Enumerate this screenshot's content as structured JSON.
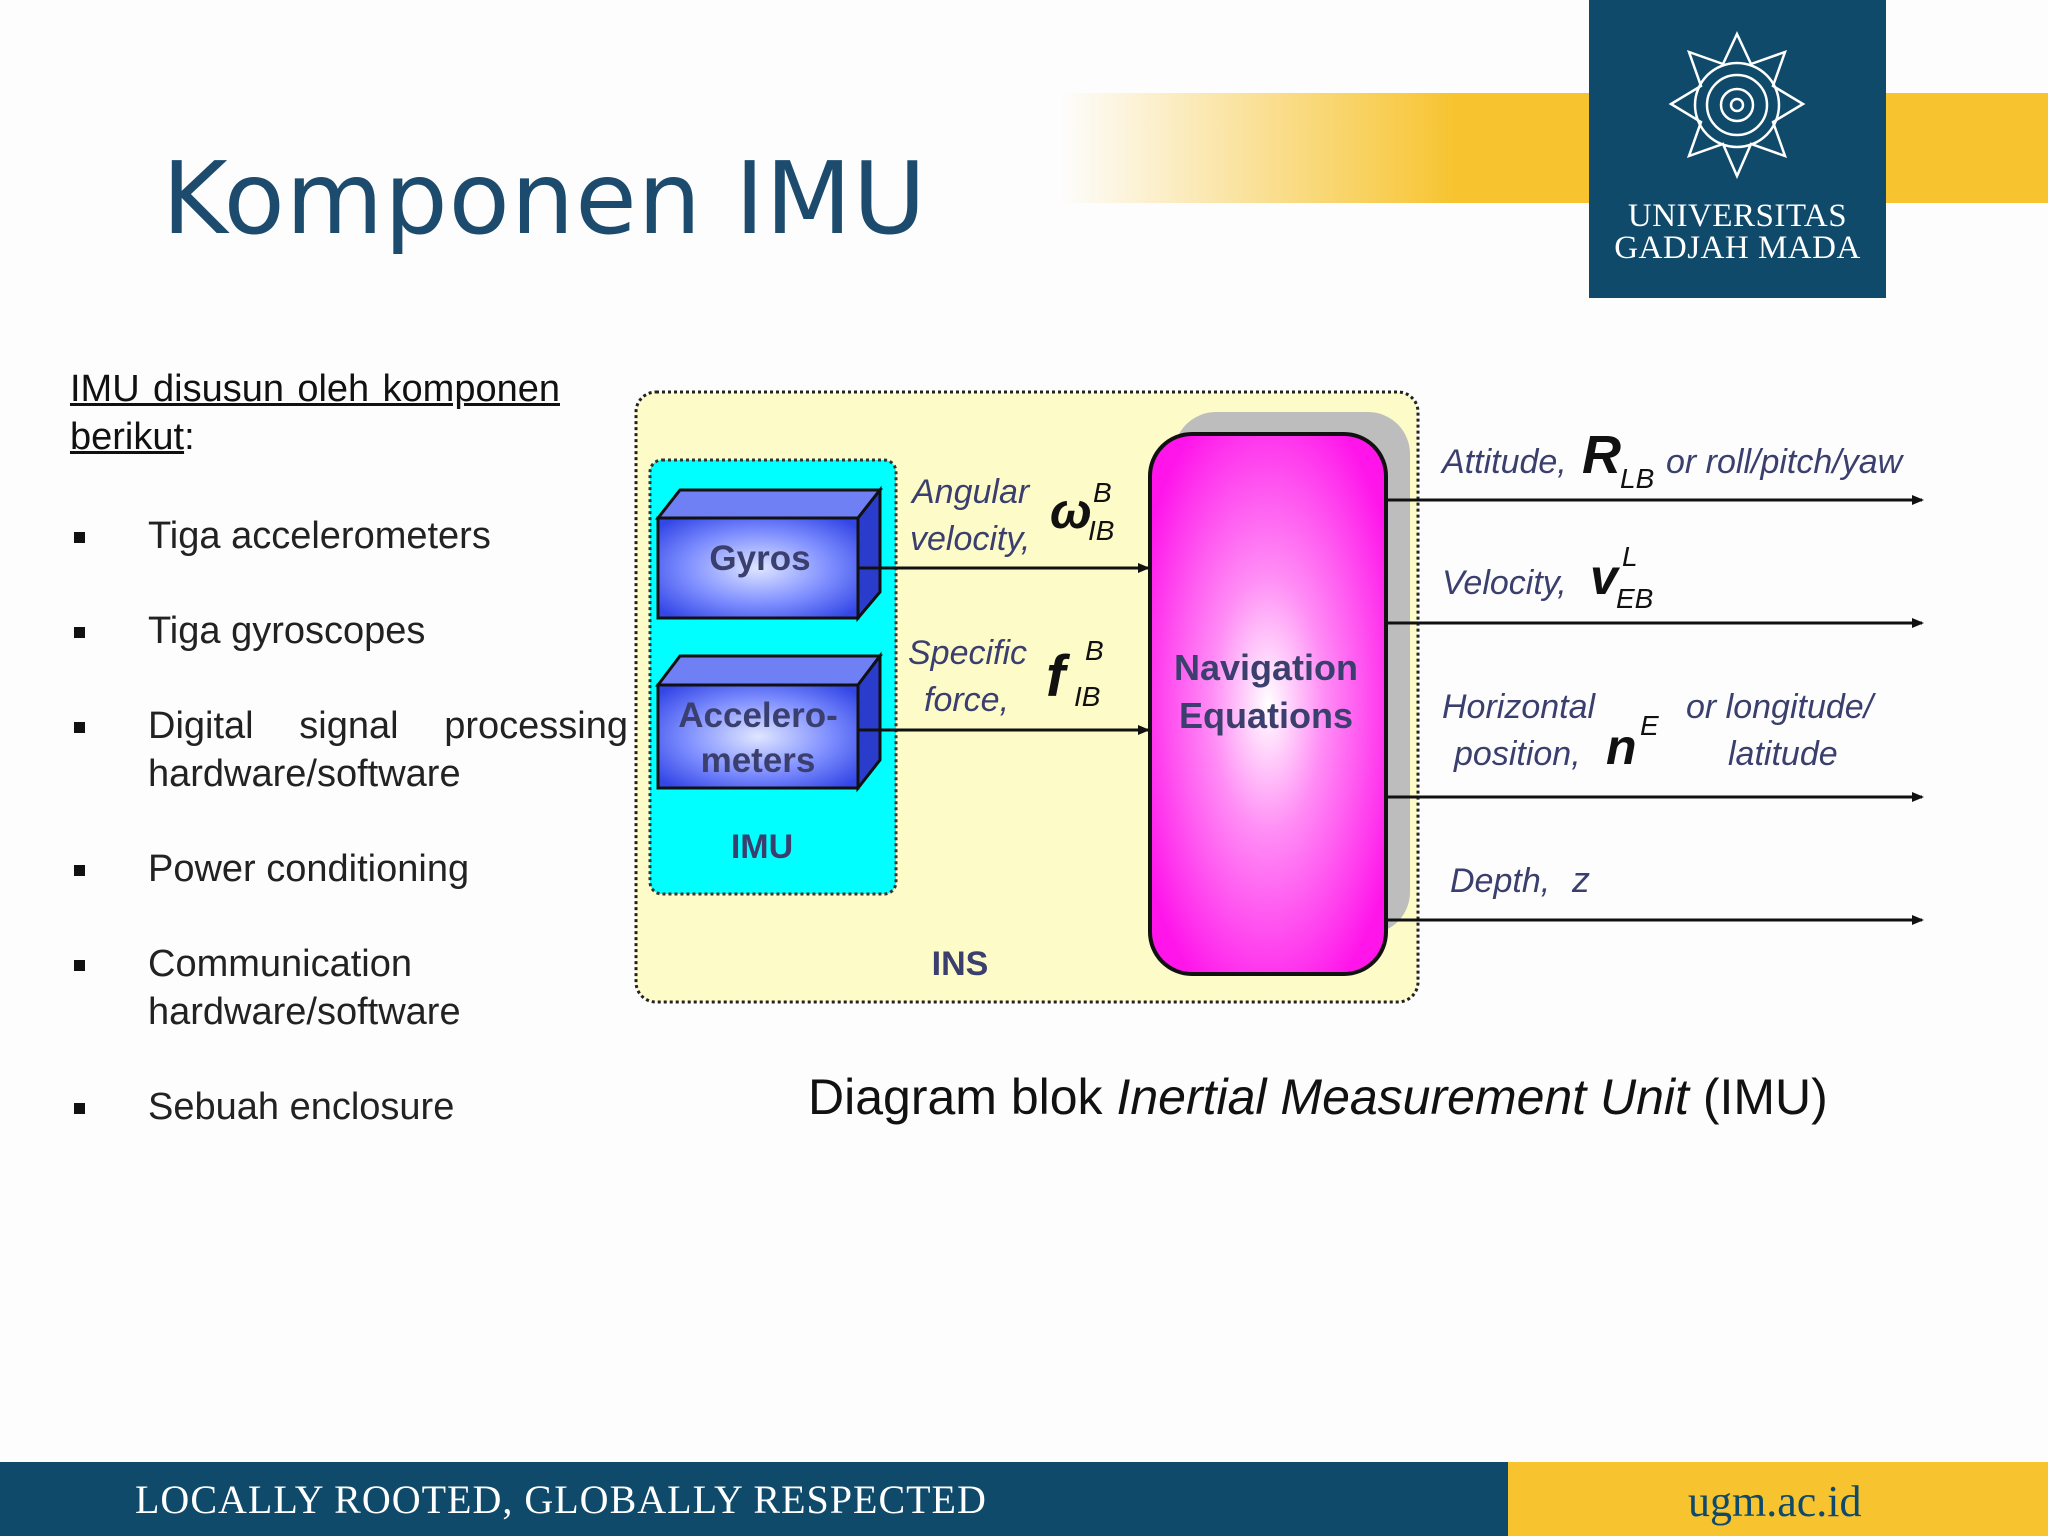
{
  "header": {
    "title": "Komponen IMU",
    "logo_line1": "UNIVERSITAS",
    "logo_line2": "GADJAH MADA",
    "brand_blue": "#0f4a6a",
    "brand_gold": "#f7c430"
  },
  "intro": {
    "part1": "IMU disusun oleh komponen berikut",
    "part2": ":"
  },
  "bullets": [
    "Tiga accelerometers",
    "Tiga gyroscopes",
    "Digital signal processing hardware/software",
    "Power conditioning",
    "Communication hardware/software",
    "Sebuah enclosure"
  ],
  "diagram": {
    "gyros": "Gyros",
    "accel_line1": "Accelero-",
    "accel_line2": "meters",
    "imu": "IMU",
    "ins": "INS",
    "nav_line1": "Navigation",
    "nav_line2": "Equations",
    "angular_line1": "Angular",
    "angular_line2": "velocity,",
    "omega": "ω",
    "omega_sup": "B",
    "omega_sub": "IB",
    "specific_line1": "Specific",
    "specific_line2": "force,",
    "f": "f",
    "f_sup": "B",
    "f_sub": "IB",
    "attitude": "Attitude,",
    "R": "R",
    "R_sub": "LB",
    "attitude_rest": "or roll/pitch/yaw",
    "velocity": "Velocity,",
    "v": "v",
    "v_sup": "L",
    "v_sub": "EB",
    "horizontal": "Horizontal",
    "position": "position,",
    "n": "n",
    "n_sup": "E",
    "or_longitude": "or longitude/",
    "latitude": "latitude",
    "depth": "Depth,",
    "z": "z"
  },
  "caption": {
    "prefix": "Diagram blok ",
    "italic": "Inertial Measurement Unit",
    "suffix": " (IMU)"
  },
  "footer": {
    "motto": "LOCALLY ROOTED, GLOBALLY RESPECTED",
    "url": "ugm.ac.id"
  }
}
